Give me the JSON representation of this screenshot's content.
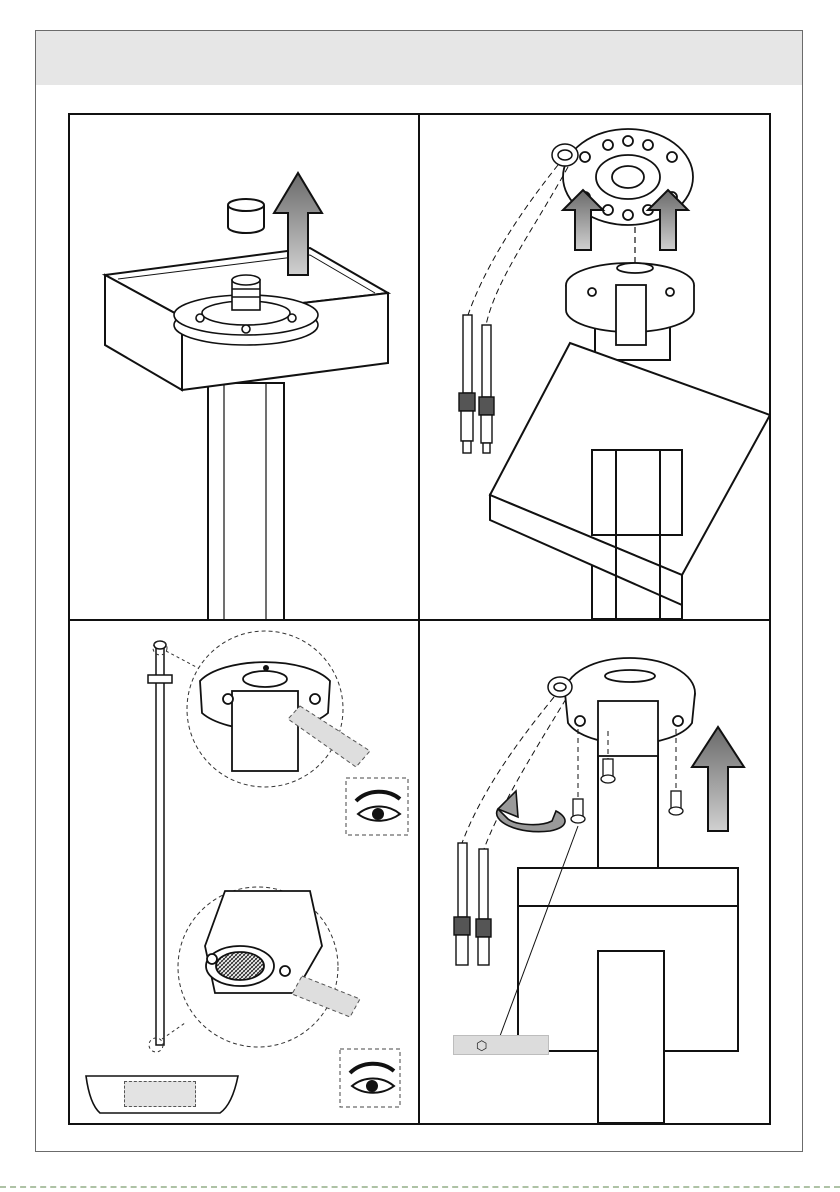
{
  "header": {
    "title": ""
  },
  "icons": {
    "hex_key": "hex-key-icon",
    "eye_inspect": "eye-icon",
    "lift_arrow": "arrow-up-icon",
    "rotate_arrow": "rotate-arrow-icon"
  },
  "panels": [
    {
      "id": "step-1",
      "description_text": ""
    },
    {
      "id": "step-2",
      "description_text": ""
    },
    {
      "id": "step-3",
      "description_text": ""
    },
    {
      "id": "step-4",
      "description_text": ""
    }
  ],
  "tool_label": {
    "text": ""
  },
  "tray_label": {
    "text": ""
  },
  "colors": {
    "arrow_fill": "#8c8c8c",
    "line": "#111111",
    "header_band": "#e6e6e6"
  }
}
